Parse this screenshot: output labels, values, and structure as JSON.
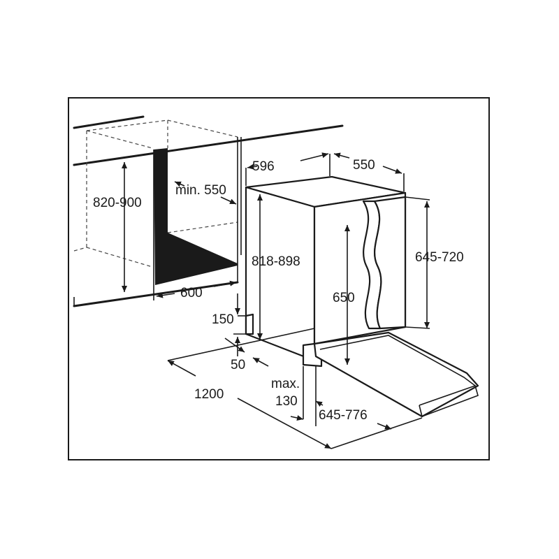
{
  "dimensions": {
    "width_unit": "596",
    "depth_unit": "550",
    "niche_depth": "min. 550",
    "niche_height": "820-900",
    "unit_height": "818-898",
    "door_height": "645-720",
    "inner_height": "650",
    "niche_width": "600",
    "plinth_height": "150",
    "plinth_offset": "50",
    "door_swing": "1200",
    "max_label": "max.",
    "max_value": "130",
    "door_clearance": "645-776"
  },
  "colors": {
    "line": "#1a1a1a",
    "fill_dark": "#1a1a1a",
    "background": "#ffffff"
  }
}
